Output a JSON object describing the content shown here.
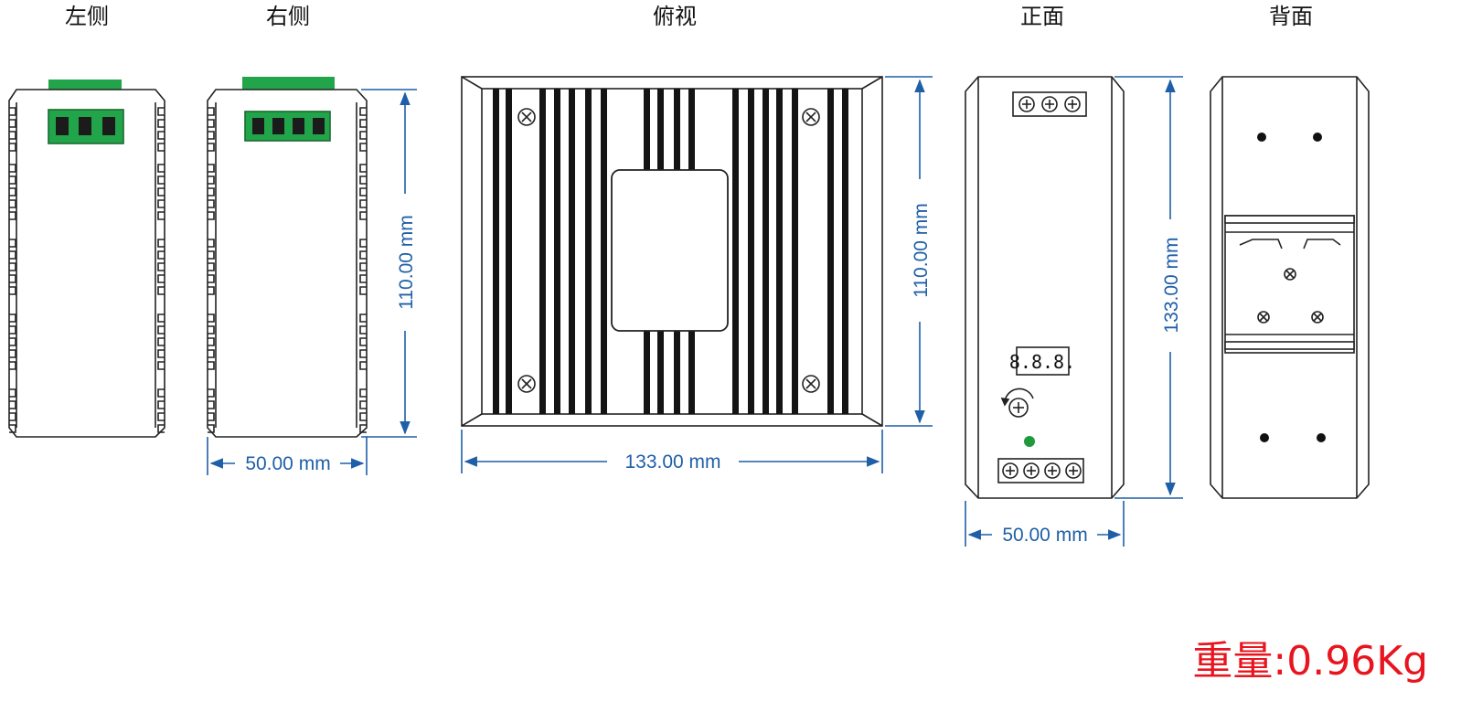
{
  "views": {
    "left": "左侧",
    "right": "右侧",
    "top": "俯视",
    "front": "正面",
    "back": "背面"
  },
  "dimensions": {
    "right_height": "110.00 mm",
    "right_width": "50.00 mm",
    "top_height": "110.00 mm",
    "top_width": "133.00 mm",
    "front_height": "133.00 mm",
    "front_width": "50.00 mm"
  },
  "display_readout": "8.8.8.",
  "weight": "重量:0.96Kg",
  "colors": {
    "terminal_green": "#22a54a",
    "dimension_blue": "#1f5fa8",
    "weight_red": "#e8141e",
    "led_green": "#1e9a3c"
  },
  "icons": {
    "screw": "screw-head-icon",
    "adjust": "rotate-adjust-icon"
  }
}
